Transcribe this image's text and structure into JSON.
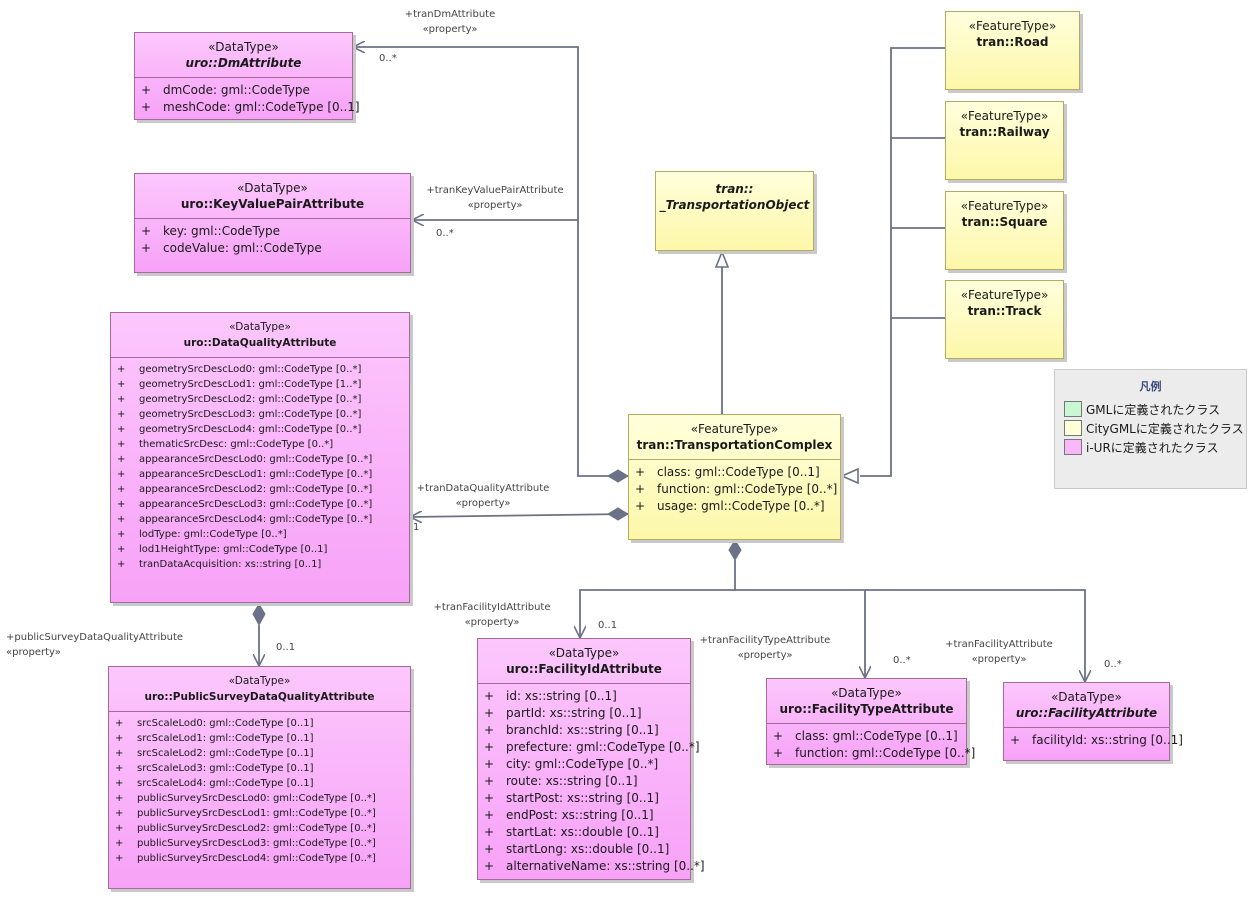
{
  "classes": {
    "dm_attribute": {
      "stereotype": "«DataType»",
      "name": "uro::DmAttribute",
      "attributes": [
        "dmCode: gml::CodeType",
        "meshCode: gml::CodeType [0..1]"
      ]
    },
    "key_value_pair": {
      "stereotype": "«DataType»",
      "name": "uro::KeyValuePairAttribute",
      "attributes": [
        "key: gml::CodeType",
        "codeValue: gml::CodeType"
      ]
    },
    "data_quality": {
      "stereotype": "«DataType»",
      "name": "uro::DataQualityAttribute",
      "attributes": [
        "geometrySrcDescLod0: gml::CodeType [0..*]",
        "geometrySrcDescLod1: gml::CodeType [1..*]",
        "geometrySrcDescLod2: gml::CodeType [0..*]",
        "geometrySrcDescLod3: gml::CodeType [0..*]",
        "geometrySrcDescLod4: gml::CodeType [0..*]",
        "thematicSrcDesc: gml::CodeType [0..*]",
        "appearanceSrcDescLod0: gml::CodeType [0..*]",
        "appearanceSrcDescLod1: gml::CodeType [0..*]",
        "appearanceSrcDescLod2: gml::CodeType [0..*]",
        "appearanceSrcDescLod3: gml::CodeType [0..*]",
        "appearanceSrcDescLod4: gml::CodeType [0..*]",
        "lodType: gml::CodeType [0..*]",
        "lod1HeightType: gml::CodeType [0..1]",
        "tranDataAcquisition: xs::string [0..1]"
      ]
    },
    "public_survey": {
      "stereotype": "«DataType»",
      "name": "uro::PublicSurveyDataQualityAttribute",
      "attributes": [
        "srcScaleLod0: gml::CodeType [0..1]",
        "srcScaleLod1: gml::CodeType [0..1]",
        "srcScaleLod2: gml::CodeType [0..1]",
        "srcScaleLod3: gml::CodeType [0..1]",
        "srcScaleLod4: gml::CodeType [0..1]",
        "publicSurveySrcDescLod0: gml::CodeType [0..*]",
        "publicSurveySrcDescLod1: gml::CodeType [0..*]",
        "publicSurveySrcDescLod2: gml::CodeType [0..*]",
        "publicSurveySrcDescLod3: gml::CodeType [0..*]",
        "publicSurveySrcDescLod4: gml::CodeType [0..*]"
      ]
    },
    "transportation_object": {
      "line1": "tran::",
      "line2": "_TransportationObject"
    },
    "road": {
      "stereotype": "«FeatureType»",
      "name": "tran::Road"
    },
    "railway": {
      "stereotype": "«FeatureType»",
      "name": "tran::Railway"
    },
    "square": {
      "stereotype": "«FeatureType»",
      "name": "tran::Square"
    },
    "track": {
      "stereotype": "«FeatureType»",
      "name": "tran::Track"
    },
    "transportation_complex": {
      "stereotype": "«FeatureType»",
      "name": "tran::TransportationComplex",
      "attributes": [
        "class: gml::CodeType [0..1]",
        "function: gml::CodeType [0..*]",
        "usage: gml::CodeType [0..*]"
      ]
    },
    "facility_id": {
      "stereotype": "«DataType»",
      "name": "uro::FacilityIdAttribute",
      "attributes": [
        "id: xs::string [0..1]",
        "partId: xs::string [0..1]",
        "branchId: xs::string [0..1]",
        "prefecture: gml::CodeType [0..*]",
        "city: gml::CodeType [0..*]",
        "route: xs::string [0..1]",
        "startPost: xs::string [0..1]",
        "endPost: xs::string [0..1]",
        "startLat: xs::double [0..1]",
        "startLong: xs::double [0..1]",
        "alternativeName: xs::string [0..*]"
      ]
    },
    "facility_type": {
      "stereotype": "«DataType»",
      "name": "uro::FacilityTypeAttribute",
      "attributes": [
        "class: gml::CodeType [0..1]",
        "function: gml::CodeType [0..*]"
      ]
    },
    "facility_attribute": {
      "stereotype": "«DataType»",
      "name": "uro::FacilityAttribute",
      "attributes": [
        "facilityId: xs::string [0..1]"
      ]
    }
  },
  "visibility": "+",
  "associations": {
    "tran_dm": {
      "role": "+tranDmAttribute",
      "stereotype": "«property»",
      "multiplicity": "0..*"
    },
    "tran_kvp": {
      "role": "+tranKeyValuePairAttribute",
      "stereotype": "«property»",
      "multiplicity": "0..*"
    },
    "tran_dq": {
      "role": "+tranDataQualityAttribute",
      "stereotype": "«property»",
      "multiplicity": "1"
    },
    "public_survey": {
      "role": "+publicSurveyDataQualityAttribute",
      "stereotype": "«property»",
      "multiplicity": "0..1"
    },
    "facility_id": {
      "role": "+tranFacilityIdAttribute",
      "stereotype": "«property»",
      "multiplicity": "0..1"
    },
    "facility_type": {
      "role": "+tranFacilityTypeAttribute",
      "stereotype": "«property»",
      "multiplicity": "0..*"
    },
    "facility_attr": {
      "role": "+tranFacilityAttribute",
      "stereotype": "«property»",
      "multiplicity": "0..*"
    }
  },
  "legend": {
    "title": "凡例",
    "items": [
      {
        "label": "GMLに定義されたクラス",
        "color": "#c9f7d4"
      },
      {
        "label": "CityGMLに定義されたクラス",
        "color": "#ffffd8"
      },
      {
        "label": "i-URに定義されたクラス",
        "color": "#fbb7fb"
      }
    ]
  },
  "colors": {
    "datatype": "#f9b3f9",
    "featuretype": "#fdf8b8",
    "edge": "#6b7186"
  }
}
